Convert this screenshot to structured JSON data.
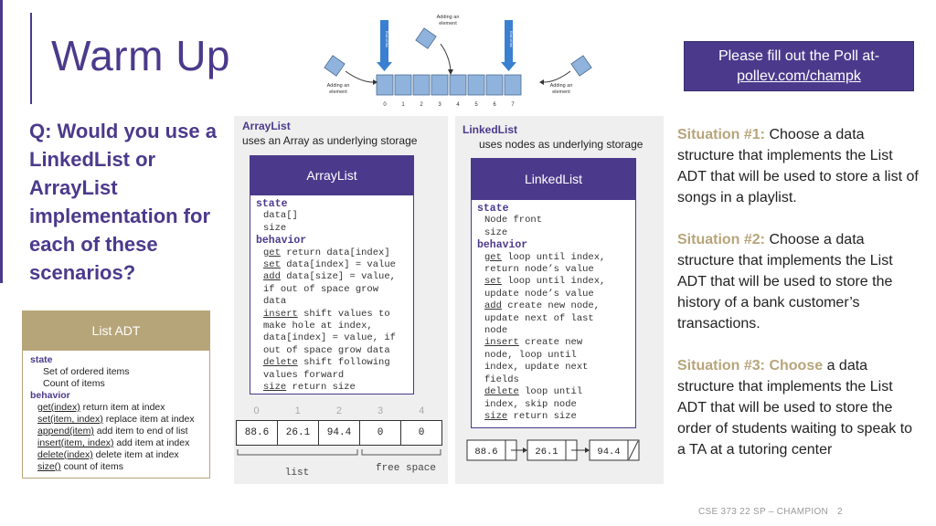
{
  "slide": {
    "title": "Warm Up",
    "question": "Q: Would you use a LinkedList or ArrayList implementation for each of these scenarios?",
    "footer": "CSE 373 22 SP – CHAMPION",
    "page_number": "2"
  },
  "poll": {
    "line1": "Please fill out the Poll at-",
    "link": "pollev.com/champk"
  },
  "diagram": {
    "top_label_1": "Adding an",
    "top_label_2": "element",
    "left_label_1": "Adding an",
    "left_label_2": "element",
    "right_label_1": "Adding an",
    "right_label_2": "element",
    "arrow_left_text": "End of list",
    "arrow_right_text": "End of list",
    "indices": [
      "0",
      "1",
      "2",
      "3",
      "4",
      "5",
      "6",
      "7"
    ]
  },
  "list_adt": {
    "header": "List ADT",
    "state_kw": "state",
    "state_items": [
      "Set of ordered items",
      "Count of items"
    ],
    "behavior_kw": "behavior",
    "methods": [
      {
        "name": "get(index)",
        "desc": " return item at index"
      },
      {
        "name": "set(item, index)",
        "desc": " replace item at index"
      },
      {
        "name": "append(item)",
        "desc": " add item to end of list"
      },
      {
        "name": "insert(item, index)",
        "desc": " add item at index"
      },
      {
        "name": "delete(index)",
        "desc": " delete item at index"
      },
      {
        "name": "size()",
        "desc": " count of items"
      }
    ]
  },
  "arraylist": {
    "title": "ArrayList",
    "subtitle": "uses an Array as underlying storage",
    "card_header": "ArrayList",
    "state_kw": "state",
    "state_items": [
      "data[]",
      "size"
    ],
    "behavior_kw": "behavior",
    "methods": [
      {
        "name": "get",
        "lines": [
          " return data[index]"
        ]
      },
      {
        "name": "set",
        "lines": [
          " data[index] = value"
        ]
      },
      {
        "name": "add",
        "lines": [
          " data[size] = value,",
          "if out of space grow",
          "data"
        ]
      },
      {
        "name": "insert",
        "lines": [
          " shift values to",
          "make hole at index,",
          "data[index] = value, if",
          "out of space grow data"
        ]
      },
      {
        "name": "delete",
        "lines": [
          " shift following",
          "values forward"
        ]
      },
      {
        "name": "size",
        "lines": [
          " return size"
        ]
      }
    ],
    "indices": [
      "0",
      "1",
      "2",
      "3",
      "4"
    ],
    "cells": [
      "88.6",
      "26.1",
      "94.4",
      "0",
      "0"
    ],
    "list_label": "list",
    "free_label": "free space"
  },
  "linkedlist": {
    "title": "LinkedList",
    "subtitle": "uses nodes as underlying storage",
    "card_header": "LinkedList",
    "state_kw": "state",
    "state_items": [
      "Node front",
      "size"
    ],
    "behavior_kw": "behavior",
    "methods": [
      {
        "name": "get",
        "lines": [
          " loop until index,",
          "return node’s value"
        ]
      },
      {
        "name": "set",
        "lines": [
          " loop until index,",
          "update node’s value"
        ]
      },
      {
        "name": "add",
        "lines": [
          " create new node,",
          "update next of last",
          "node"
        ]
      },
      {
        "name": "insert",
        "lines": [
          " create new",
          "node, loop until",
          "index, update next",
          "fields"
        ]
      },
      {
        "name": "delete",
        "lines": [
          " loop until",
          "index, skip node"
        ]
      },
      {
        "name": "size",
        "lines": [
          " return size"
        ]
      }
    ],
    "nodes": [
      "88.6",
      "26.1",
      "94.4"
    ]
  },
  "situations": [
    {
      "label": "Situation #1:",
      "text": " Choose a data structure that implements the List ADT that will be used to store a list of songs in a playlist."
    },
    {
      "label": "Situation #2:",
      "text": " Choose a data structure that implements the List ADT that will be used to store the history of a bank customer’s transactions."
    },
    {
      "label": "Situation #3: Choose",
      "text": " a data structure that implements the List ADT that will be used to store the order of students waiting to speak to a TA at a tutoring center"
    }
  ],
  "colors": {
    "purple": "#4b3a8c",
    "gold": "#b7a57a",
    "panel_gray": "#efefef",
    "diagram_blue": "#8fb3dc",
    "arrow_blue": "#3a7fd0"
  }
}
